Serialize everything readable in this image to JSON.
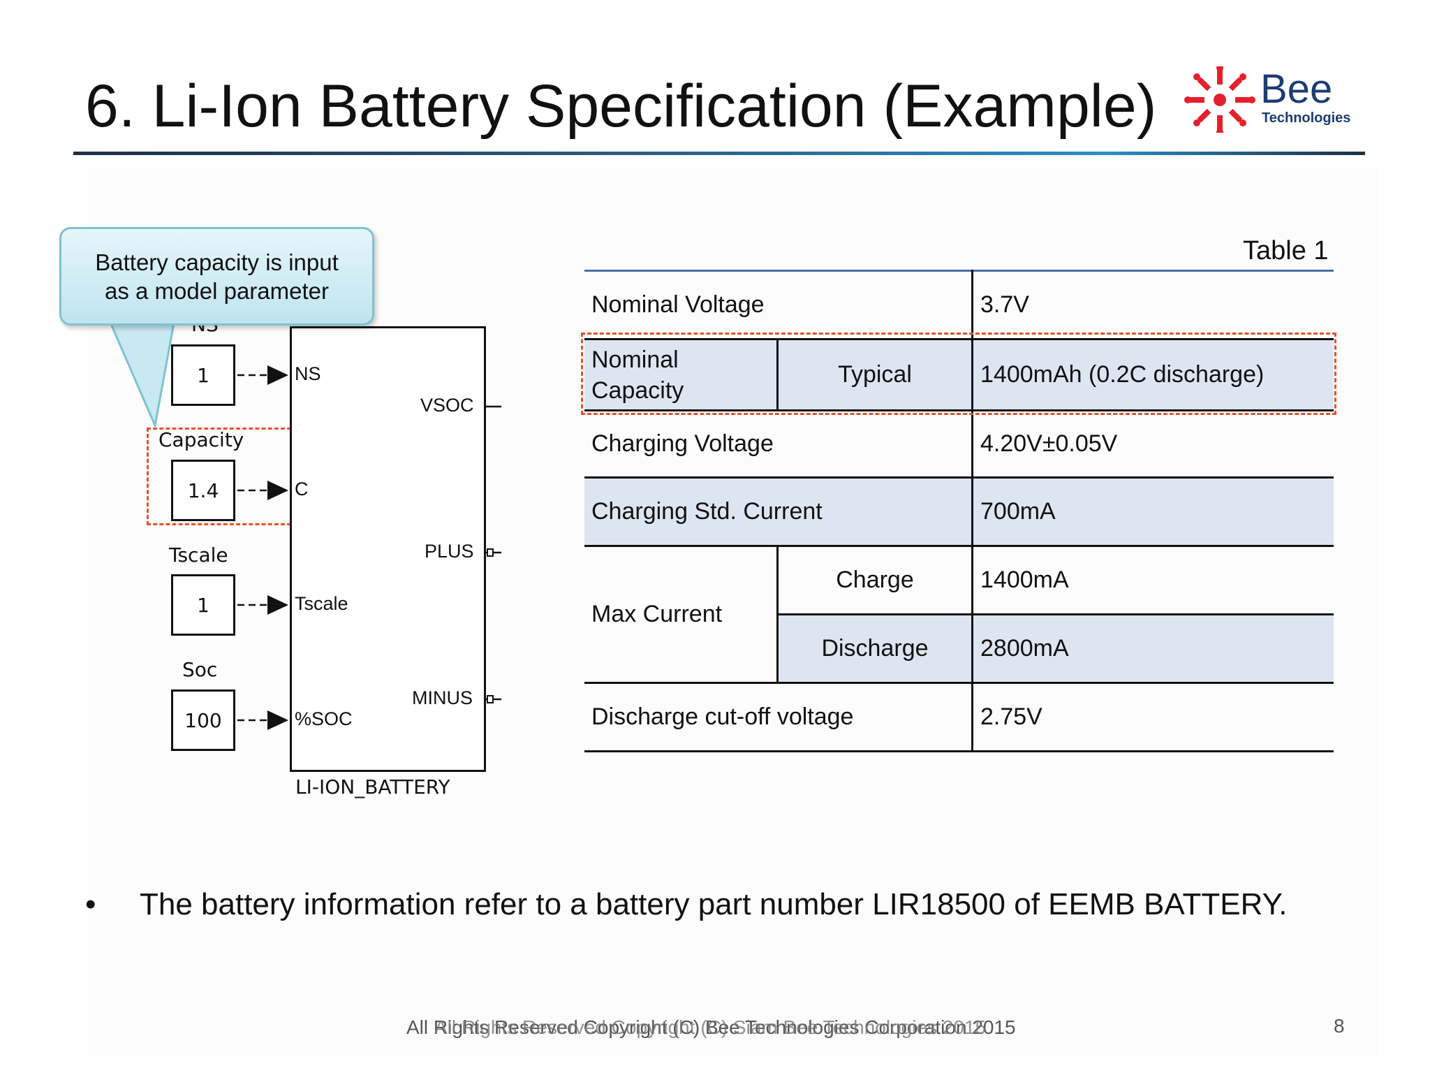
{
  "slide": {
    "title": "6. Li-Ion Battery Specification (Example)",
    "logo": {
      "brand": "Bee",
      "subtitle": "Technologies",
      "accent_color": "#e4202d",
      "text_color": "#1d3c73"
    }
  },
  "callout": {
    "line1": "Battery capacity is input",
    "line2": "as a model parameter"
  },
  "simulink": {
    "inputs": [
      {
        "label": "NS",
        "value": "1",
        "port": "NS"
      },
      {
        "label": "Capacity",
        "value": "1.4",
        "port": "C"
      },
      {
        "label": "Tscale",
        "value": "1",
        "port": "Tscale"
      },
      {
        "label": "Soc",
        "value": "100",
        "port": "%SOC"
      }
    ],
    "outputs": [
      "VSOC",
      "PLUS",
      "MINUS"
    ],
    "block_name": "LI-ION_BATTERY"
  },
  "table": {
    "caption": "Table 1",
    "rows": {
      "nominal_voltage": {
        "label": "Nominal Voltage",
        "value": "3.7V"
      },
      "nominal_capacity": {
        "label": "Nominal Capacity",
        "sub": "Typical",
        "value": "1400mAh (0.2C discharge)"
      },
      "charging_voltage": {
        "label": "Charging Voltage",
        "value": "4.20V±0.05V"
      },
      "charging_current": {
        "label": "Charging Std. Current",
        "value": "700mA"
      },
      "max_current": {
        "label": "Max Current",
        "charge_label": "Charge",
        "charge_value": "1400mA",
        "discharge_label": "Discharge",
        "discharge_value": "2800mA"
      },
      "cutoff": {
        "label": "Discharge cut-off voltage",
        "value": "2.75V"
      }
    },
    "highlight_color": "#e2542b",
    "shade_color": "#dde5f1"
  },
  "bullet": {
    "symbol": "•",
    "text": "The battery information refer to a battery part number LIR18500 of EEMB BATTERY."
  },
  "footer": {
    "copyright": "All Rights Reserved Copyright (C) Bee Technologies Corporation 2015",
    "copyright_overlap": "All Rights Reserved Copyright (C) Siam Bee Technologies 2015",
    "page_number": "8"
  }
}
